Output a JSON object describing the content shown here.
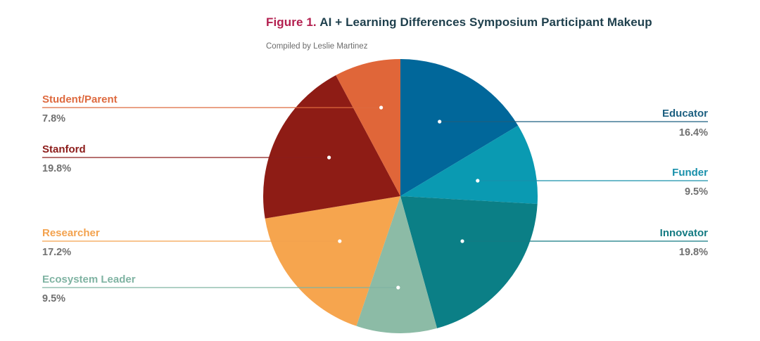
{
  "figure_label": "Figure 1.",
  "title": "AI + Learning Differences Symposium Participant Makeup",
  "subtitle": "Compiled by Leslie Martinez",
  "chart_data": {
    "type": "pie",
    "title": "AI + Learning Differences Symposium Participant Makeup",
    "subtitle": "Compiled by Leslie Martinez",
    "start": "12 o'clock",
    "direction": "clockwise",
    "slices": [
      {
        "label": "Educator",
        "value": 16.4,
        "display": "16.4%",
        "color": "#01679a",
        "label_color": "#1c5f80",
        "side": "right"
      },
      {
        "label": "Funder",
        "value": 9.5,
        "display": "9.5%",
        "color": "#0a9ab2",
        "label_color": "#1890ab",
        "side": "right"
      },
      {
        "label": "Innovator",
        "value": 19.8,
        "display": "19.8%",
        "color": "#0b7f86",
        "label_color": "#137a82",
        "side": "right"
      },
      {
        "label": "Ecosystem Leader",
        "value": 9.5,
        "display": "9.5%",
        "color": "#8cbba6",
        "label_color": "#7fb3a2",
        "side": "left"
      },
      {
        "label": "Researcher",
        "value": 17.2,
        "display": "17.2%",
        "color": "#f6a54e",
        "label_color": "#f3a24e",
        "side": "left"
      },
      {
        "label": "Stanford",
        "value": 19.8,
        "display": "19.8%",
        "color": "#8e1c15",
        "label_color": "#8c1c1a",
        "side": "left"
      },
      {
        "label": "Student/Parent",
        "value": 7.8,
        "display": "7.8%",
        "color": "#e06639",
        "label_color": "#de6a3f",
        "side": "left"
      }
    ]
  }
}
